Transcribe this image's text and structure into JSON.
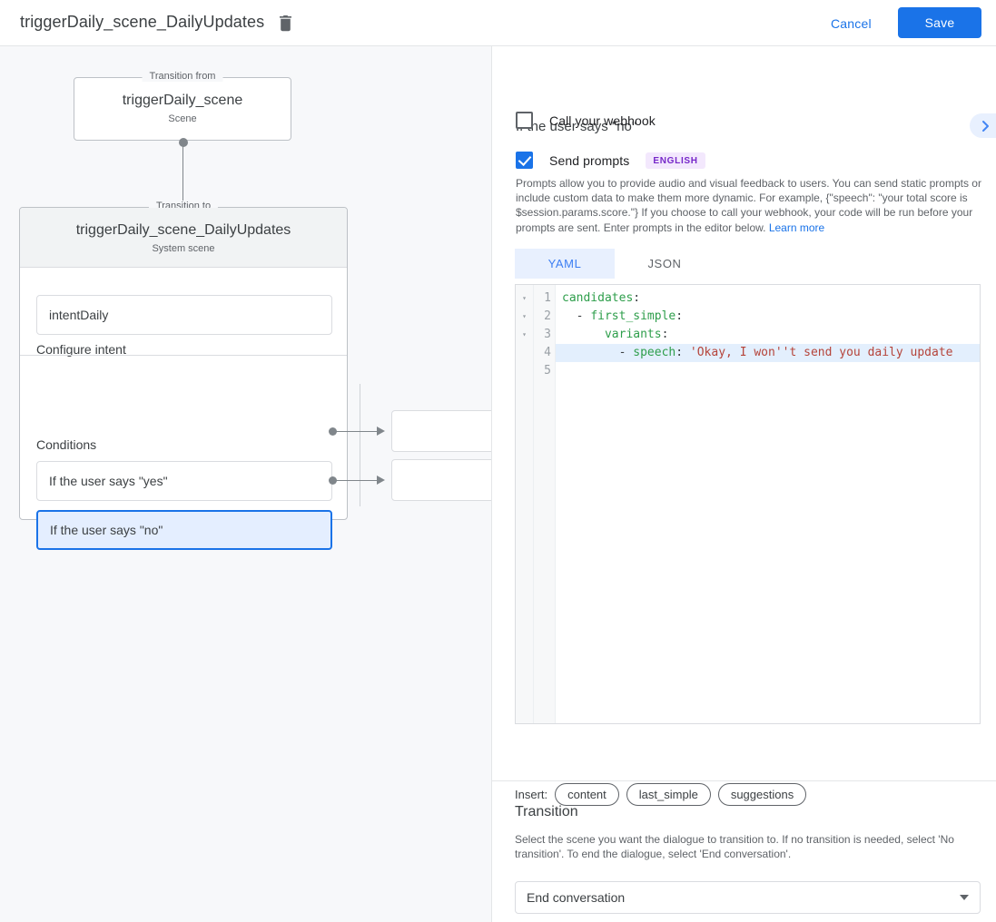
{
  "topbar": {
    "title": "triggerDaily_scene_DailyUpdates",
    "delete_icon": "trash-icon",
    "cancel_label": "Cancel",
    "save_label": "Save",
    "accent_color": "#1a73e8"
  },
  "graph": {
    "from_node": {
      "legend": "Transition from",
      "title": "triggerDaily_scene",
      "subtitle": "Scene"
    },
    "to_node": {
      "legend": "Transition to",
      "title": "triggerDaily_scene_DailyUpdates",
      "subtitle": "System scene"
    },
    "intent_section_label": "Configure intent",
    "intent_value": "intentDaily",
    "conditions_section_label": "Conditions",
    "conditions": [
      {
        "label": "If the user says \"yes\"",
        "selected": false
      },
      {
        "label": "If the user says \"no\"",
        "selected": true
      }
    ],
    "target_boxes": [
      {
        "label": ""
      },
      {
        "label": ""
      }
    ]
  },
  "panel": {
    "title": "If the user says \"no\"",
    "collapse_icon": "chevron-right-icon",
    "webhook": {
      "label": "Call your webhook",
      "checked": false
    },
    "prompts": {
      "label": "Send prompts",
      "checked": true,
      "language_badge": "ENGLISH",
      "badge_bg": "#f3e8fd",
      "badge_color": "#7627c9",
      "description": "Prompts allow you to provide audio and visual feedback to users. You can send static prompts or include custom data to make them more dynamic. For example, {\"speech\": \"your total score is $session.params.score.\"} If you choose to call your webhook, your code will be run before your prompts are sent. Enter prompts in the editor below. ",
      "learn_more_label": "Learn more"
    },
    "editor": {
      "tabs": [
        {
          "label": "YAML",
          "active": true
        },
        {
          "label": "JSON",
          "active": false
        }
      ],
      "line_numbers": [
        "1",
        "2",
        "3",
        "4",
        "5"
      ],
      "fold_markers": [
        "▾",
        "▾",
        "▾",
        "",
        ""
      ],
      "lines": [
        {
          "n": "1",
          "indent": "",
          "key": "candidates",
          "punct": ":",
          "value": "",
          "highlighted": false
        },
        {
          "n": "2",
          "indent": "  - ",
          "key": "first_simple",
          "punct": ":",
          "value": "",
          "highlighted": false
        },
        {
          "n": "3",
          "indent": "      ",
          "key": "variants",
          "punct": ":",
          "value": "",
          "highlighted": false
        },
        {
          "n": "4",
          "indent": "        - ",
          "key": "speech",
          "punct": ": ",
          "value": "'Okay, I won''t send you daily update",
          "highlighted": true
        },
        {
          "n": "5",
          "indent": "",
          "key": "",
          "punct": "",
          "value": "",
          "highlighted": false
        }
      ]
    },
    "insert": {
      "label": "Insert:",
      "chips": [
        "content",
        "last_simple",
        "suggestions"
      ]
    },
    "transition": {
      "title": "Transition",
      "description": "Select the scene you want the dialogue to transition to. If no transition is needed, select 'No transition'. To end the dialogue, select 'End conversation'.",
      "selected_value": "End conversation"
    }
  }
}
